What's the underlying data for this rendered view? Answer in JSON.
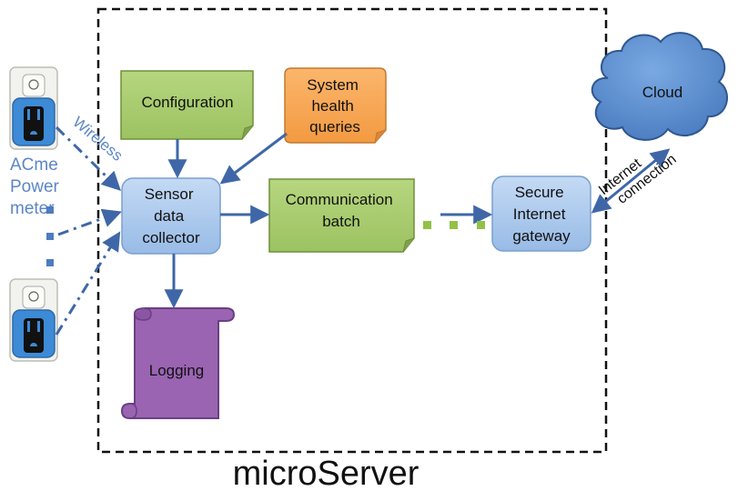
{
  "title": "microServer",
  "nodes": {
    "configuration": "Configuration",
    "system_health": [
      "System",
      "health",
      "queries"
    ],
    "sensor_collector": [
      "Sensor",
      "data",
      "collector"
    ],
    "communication_batch": [
      "Communication",
      "batch"
    ],
    "secure_gateway": [
      "Secure",
      "Internet",
      "gateway"
    ],
    "logging": "Logging",
    "cloud": "Cloud"
  },
  "labels": {
    "wireless": "Wireless",
    "meter": [
      "ACme",
      "Power",
      "meter"
    ],
    "internet_connection": [
      "Internet",
      "connection"
    ]
  },
  "colors": {
    "green_box": "#a8cc6e",
    "orange_box": "#f7a552",
    "blue_box": "#a7c6ea",
    "purple_scroll": "#9a64b2",
    "cloud_fill": "#5b8fd0",
    "arrow": "#3f67a8",
    "dotted_green": "#93c146"
  },
  "icons": [
    "power-outlet-icon",
    "cloud-icon",
    "scroll-icon"
  ]
}
